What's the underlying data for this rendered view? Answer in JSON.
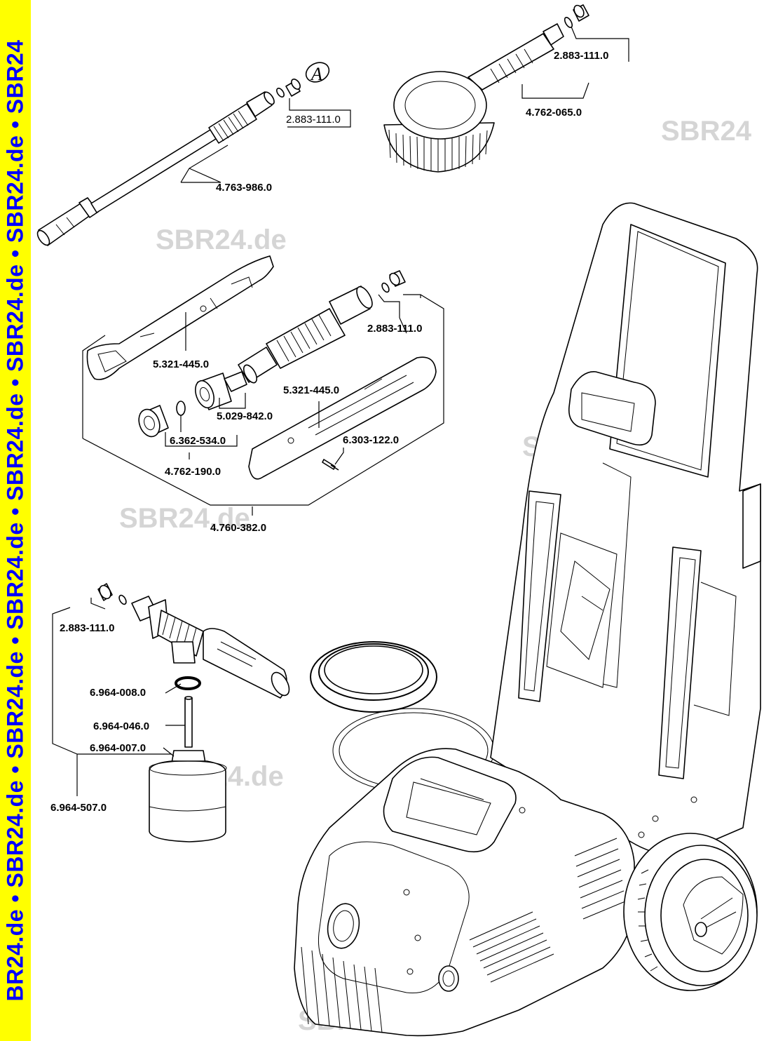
{
  "sidebar": {
    "text": "BR24.de • SBR24.de • SBR24.de • SBR24.de • SBR24.de • SBR24.de • SBR24.de • SBR24",
    "background": "#ffff00",
    "color": "#0000ff"
  },
  "watermark": {
    "text": "SBR24.de",
    "text_cut": "SBR24",
    "color": "#c8c8c8"
  },
  "parts": {
    "brush_seal": "2.883-111.0",
    "brush": "4.762-065.0",
    "vario_seal": "2.883-111.0",
    "vario_lance": "4.763-986.0",
    "callout_a": "A",
    "gun_seal": "2.883-111.0",
    "gun_shell_left": "5.321-445.0",
    "gun_valve": "5.029-842.0",
    "gun_shell_right": "5.321-445.0",
    "gun_coupling_oring": "6.362-534.0",
    "gun_screw": "6.303-122.0",
    "gun_coupling": "4.762-190.0",
    "gun_assembly": "4.760-382.0",
    "foam_seal": "2.883-111.0",
    "foam_oring": "6.964-008.0",
    "foam_tube": "6.964-046.0",
    "foam_bottle": "6.964-007.0",
    "foam_assembly": "6.964-507.0"
  }
}
